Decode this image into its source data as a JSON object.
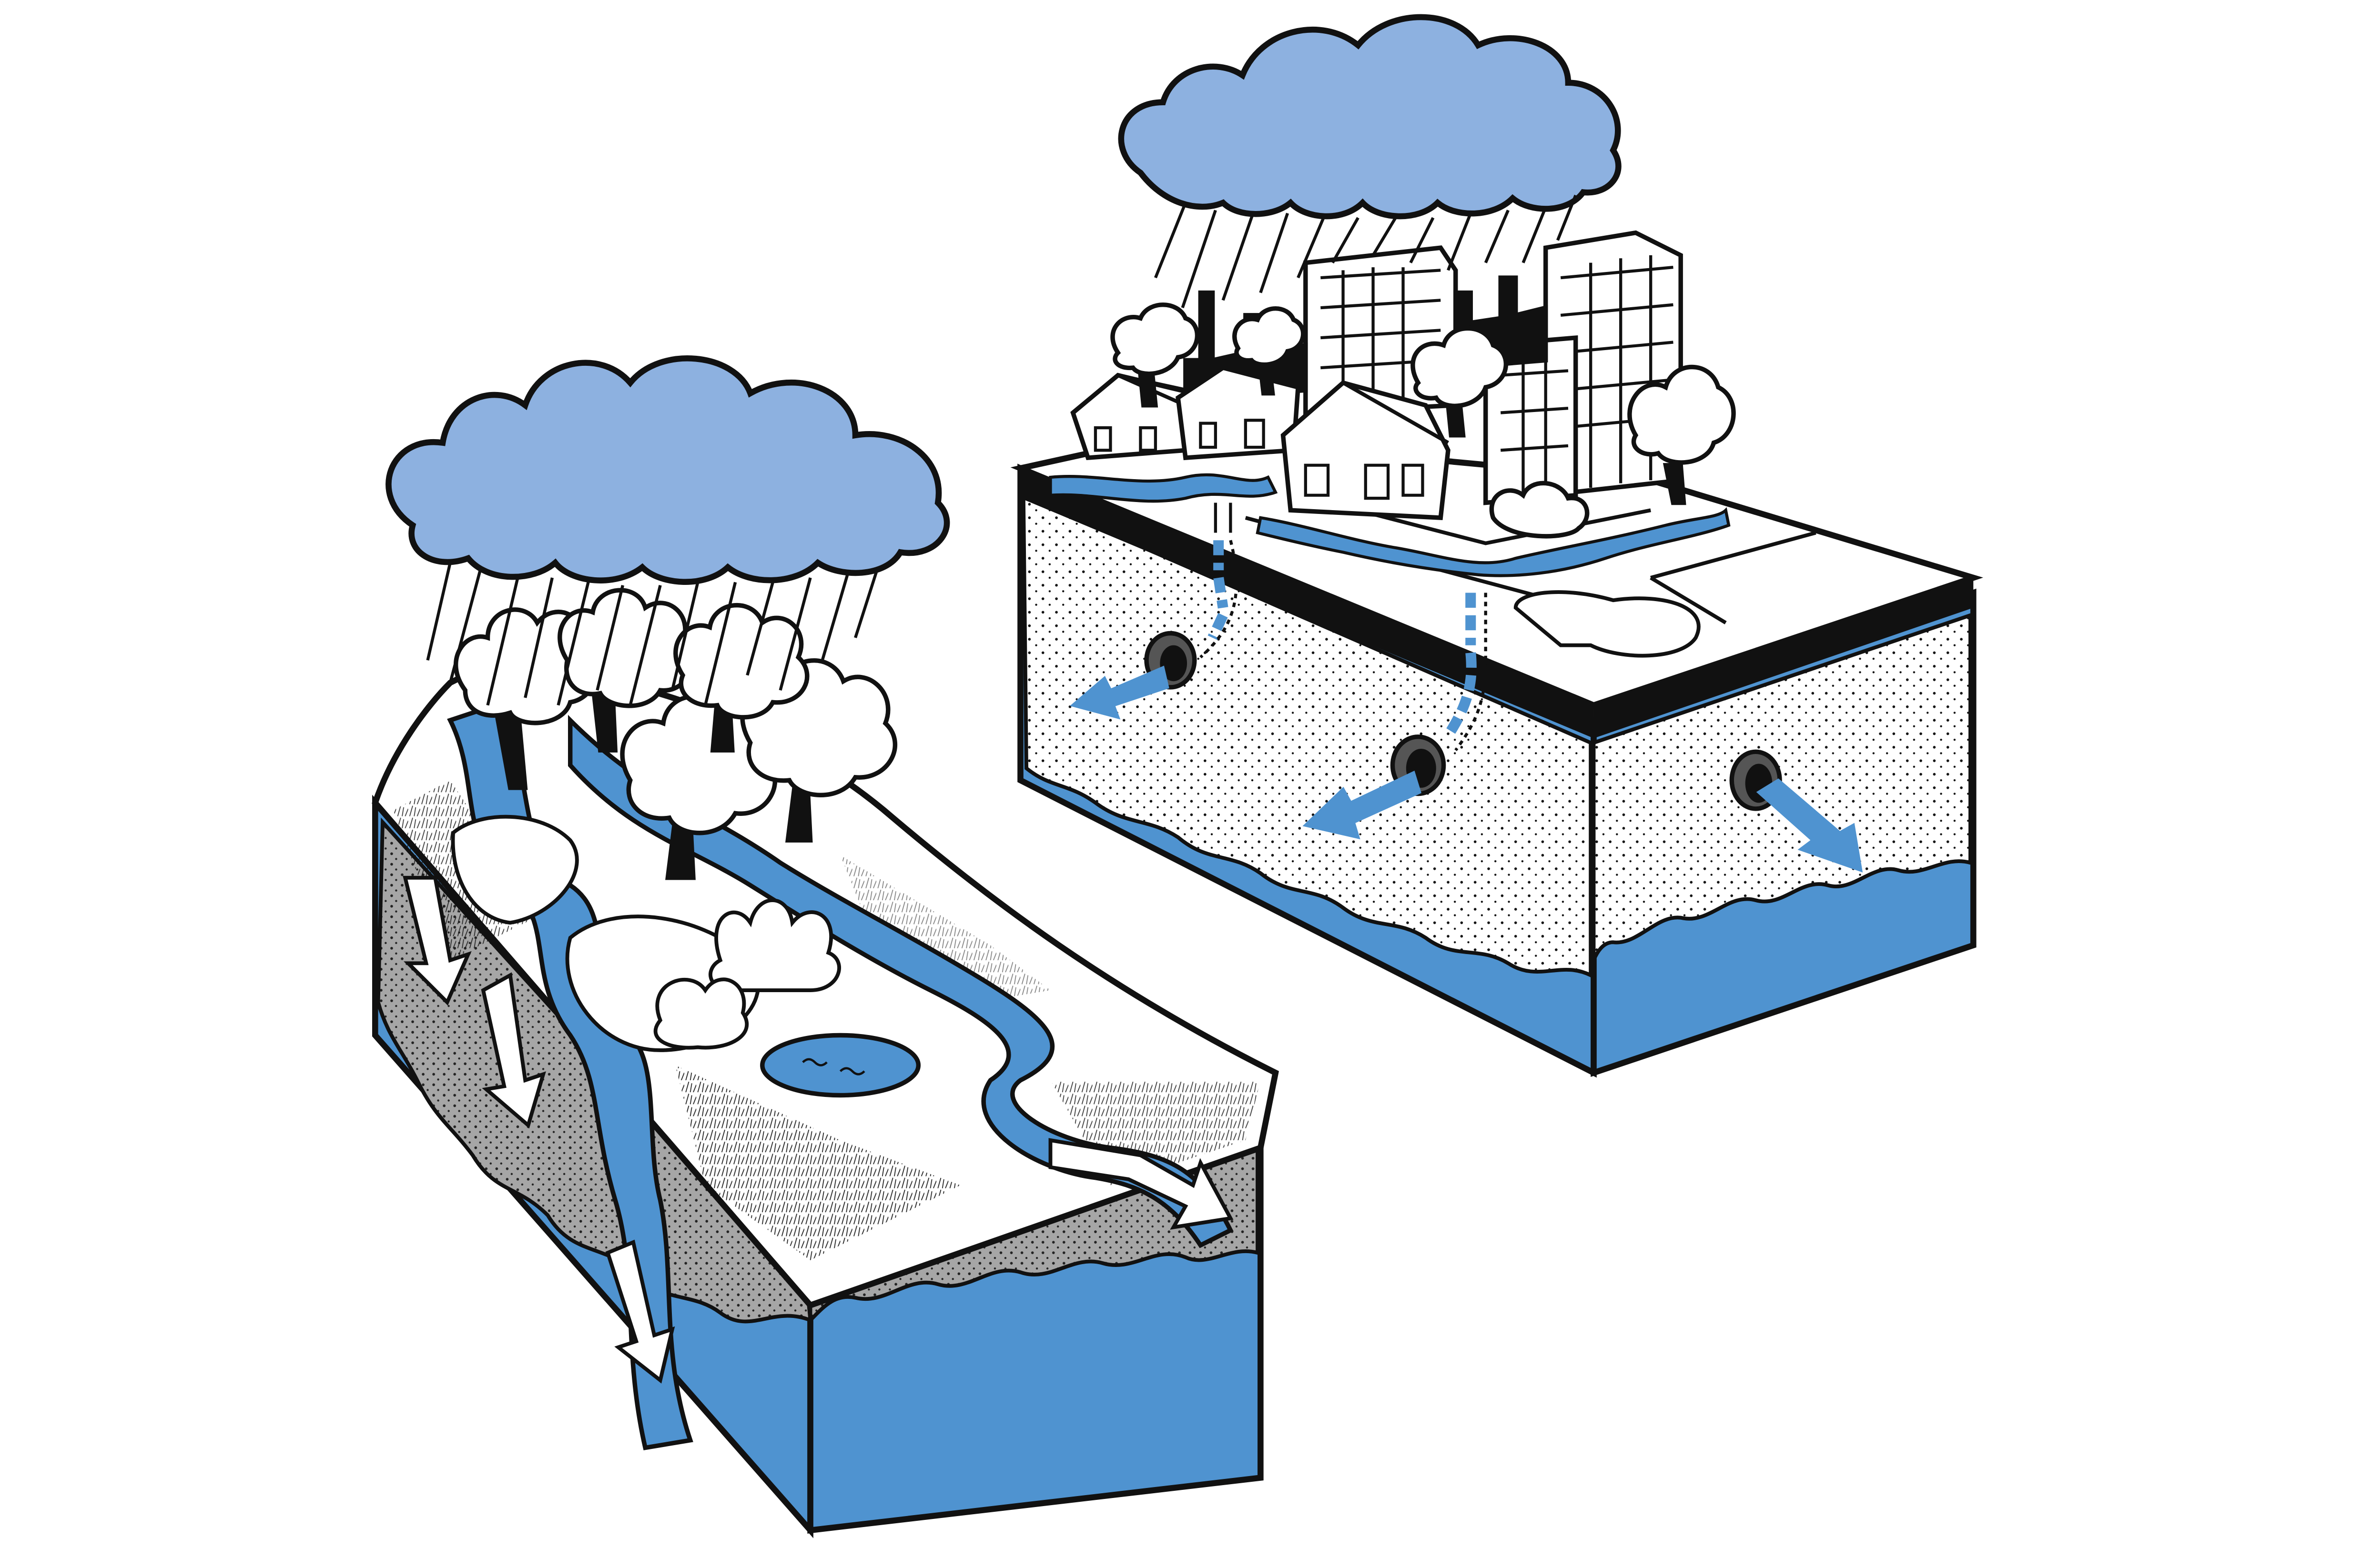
{
  "illustration": {
    "colors": {
      "water": "#4f93d0",
      "cloud": "#8db1e0",
      "ink": "#111111",
      "gravel": "#a6a6a6",
      "paper": "#ffffff"
    },
    "scenes": [
      {
        "id": "natural-block",
        "icon": "forest-landscape-block"
      },
      {
        "id": "urban-block",
        "icon": "city-landscape-block"
      }
    ]
  }
}
